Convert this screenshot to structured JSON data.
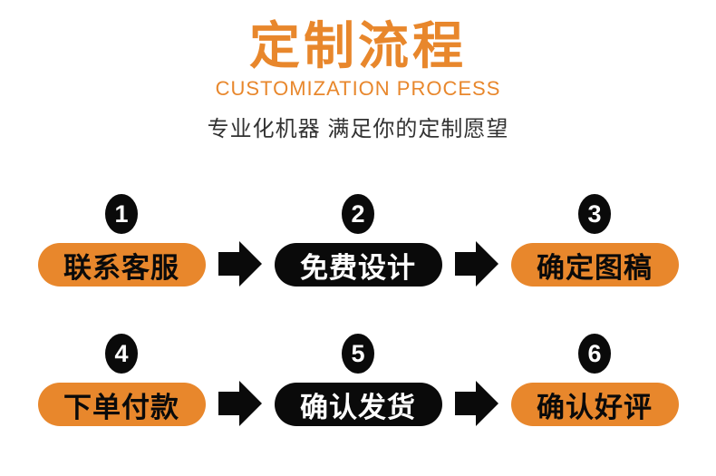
{
  "header": {
    "title": "定制流程",
    "subtitle": "CUSTOMIZATION PROCESS",
    "tagline": "专业化机器 满足你的定制愿望"
  },
  "colors": {
    "accent": "#E8872C",
    "ink": "#0A0A0A",
    "background": "#FFFFFF",
    "tagline_text": "#333333"
  },
  "icons": {
    "arrow": "right-arrow-icon"
  },
  "steps": [
    {
      "number": "1",
      "label": "联系客服",
      "variant": "orange"
    },
    {
      "number": "2",
      "label": "免费设计",
      "variant": "black"
    },
    {
      "number": "3",
      "label": "确定图稿",
      "variant": "orange"
    },
    {
      "number": "4",
      "label": "下单付款",
      "variant": "orange"
    },
    {
      "number": "5",
      "label": "确认发货",
      "variant": "black"
    },
    {
      "number": "6",
      "label": "确认好评",
      "variant": "orange"
    }
  ]
}
